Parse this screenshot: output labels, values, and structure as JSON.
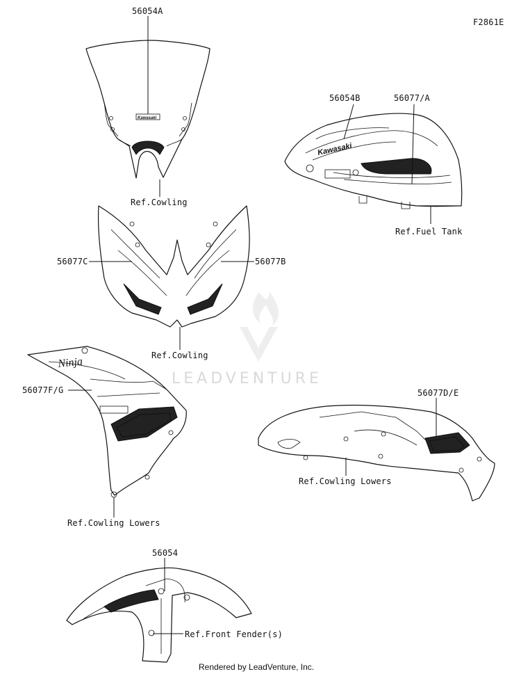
{
  "diagram_id": "F2861E",
  "watermark": "LEADVENTURE",
  "footer": "Rendered by LeadVenture, Inc.",
  "labels": {
    "windshield_part": "56054A",
    "windshield_ref": "Ref.Cowling",
    "tank_part_b": "56054B",
    "tank_part_a": "56077/A",
    "tank_ref": "Ref.Fuel Tank",
    "front_cowl_c": "56077C",
    "front_cowl_b": "56077B",
    "front_cowl_ref": "Ref.Cowling",
    "side_cowl_fg": "56077F/G",
    "side_cowl_ref": "Ref.Cowling Lowers",
    "lower_cowl_de": "56077D/E",
    "lower_cowl_ref": "Ref.Cowling Lowers",
    "fender_part": "56054",
    "fender_ref": "Ref.Front Fender(s)"
  }
}
